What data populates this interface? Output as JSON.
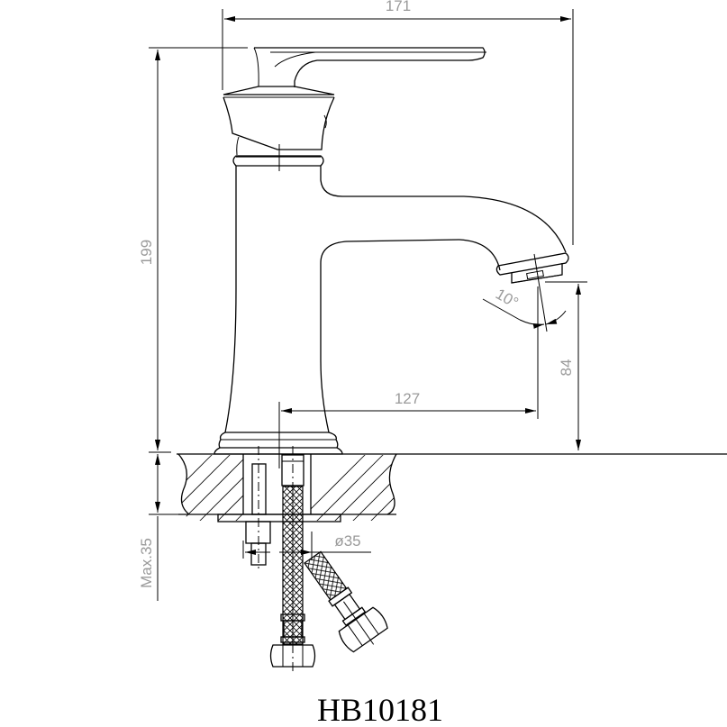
{
  "drawing": {
    "model_code": "HB10181",
    "subject": "Single-lever basin faucet, side elevation with deck section",
    "line_color": "#000000",
    "dimension_text_color": "#9a9a9a"
  },
  "dimensions": {
    "overall_width": "171",
    "overall_height": "199",
    "spout_reach": "127",
    "spout_clearance": "84",
    "spout_angle": "10°",
    "deck_hole_diameter": "ø35",
    "max_deck_thickness": "Max.35"
  }
}
